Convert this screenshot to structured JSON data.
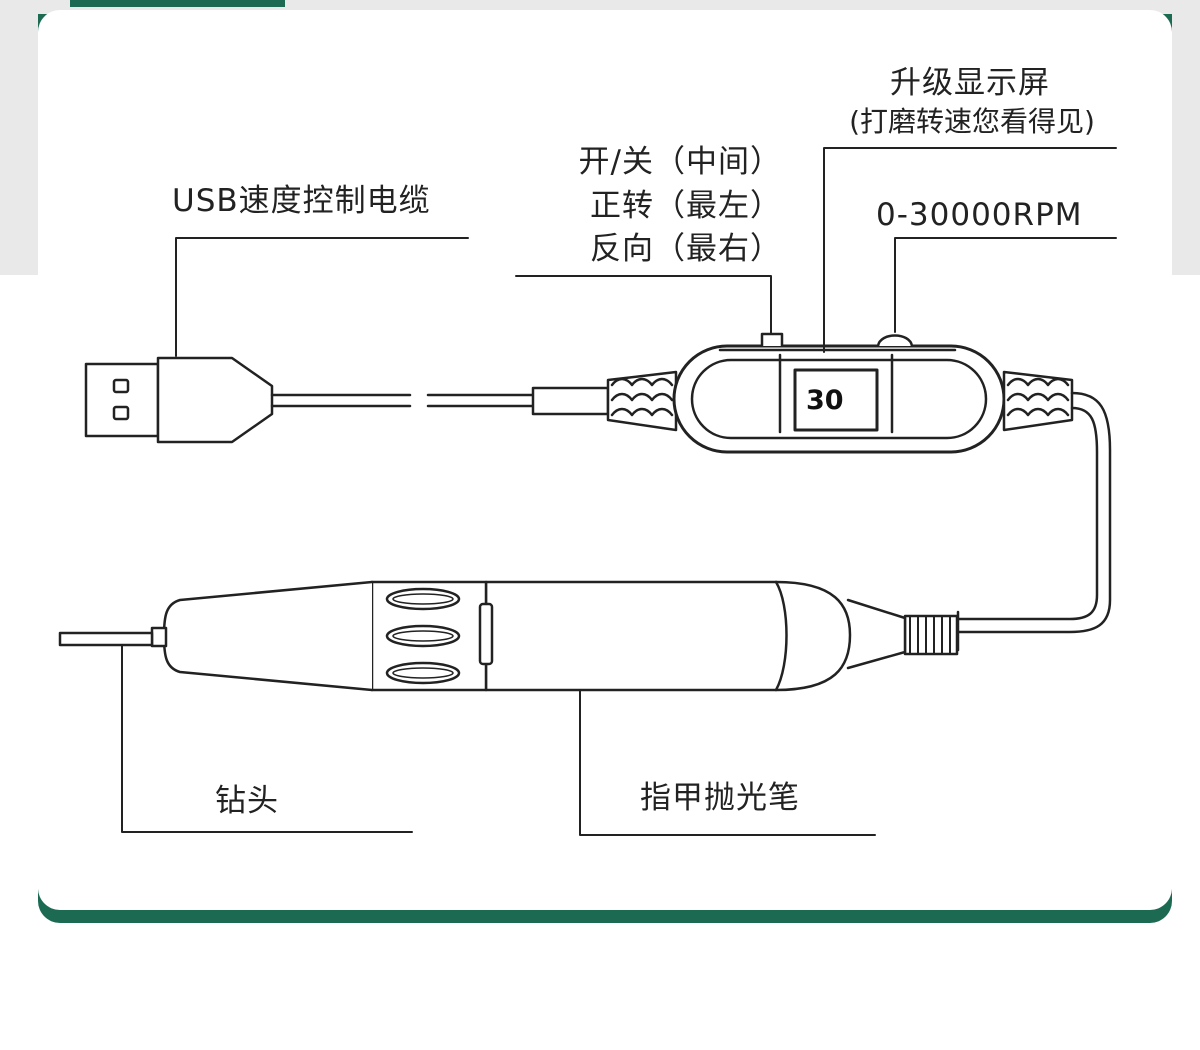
{
  "labels": {
    "usb_cable": "USB速度控制电缆",
    "switch_line1": "开/关（中间）",
    "switch_line2": "正转（最左）",
    "switch_line3": "反向（最右）",
    "display_line1": "升级显示屏",
    "display_line2": "(打磨转速您看得见)",
    "rpm_range": "0-30000RPM",
    "drill_bit": "钻头",
    "polishing_pen": "指甲抛光笔"
  },
  "display_value": "30",
  "colors": {
    "accent": "#1c6a52",
    "background": "#e9e9e9",
    "line": "#222222"
  }
}
